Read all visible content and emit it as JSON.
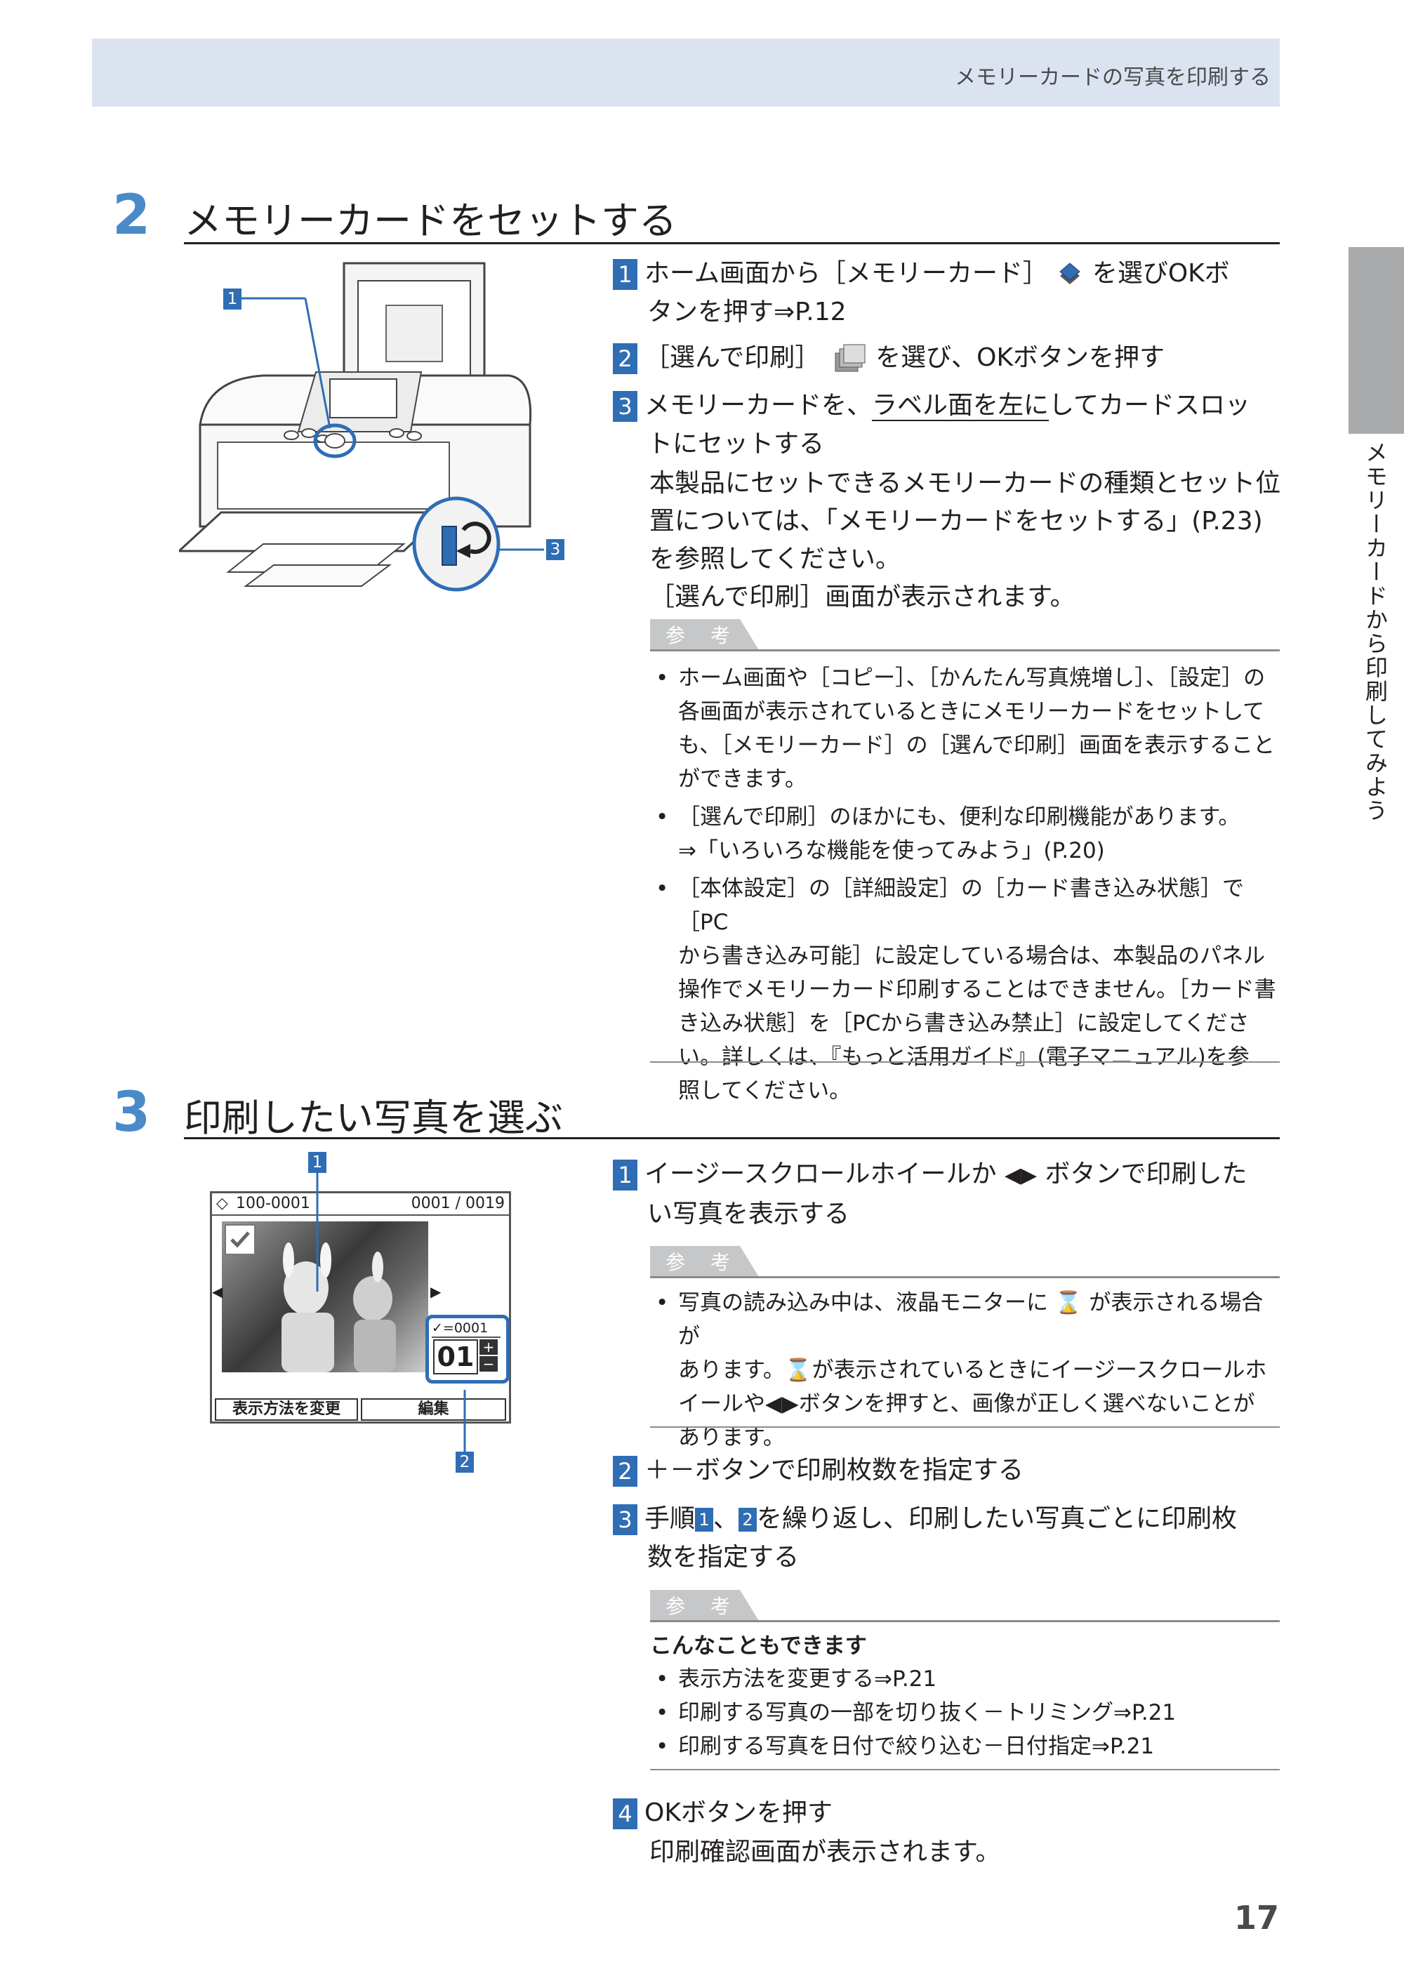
{
  "header": {
    "title": "メモリーカードの写真を印刷する"
  },
  "side_tab": {
    "label": "メモリーカードから印刷してみよう"
  },
  "section2": {
    "number": "2",
    "title": "メモリーカードをセットする",
    "callouts": [
      "1",
      "3"
    ],
    "steps": [
      {
        "num": "1",
        "text_a": "ホーム画面から［メモリーカード］",
        "text_b": "を選びOKボ",
        "text_c": "タンを押す⇒P.12"
      },
      {
        "num": "2",
        "text_a": "［選んで印刷］",
        "text_b": "を選び、OKボタンを押す"
      },
      {
        "num": "3",
        "text_a": "メモリーカードを、",
        "text_u": "ラベル面を左に",
        "text_b": "してカードスロッ",
        "text_c": "トにセットする"
      }
    ],
    "body": [
      "本製品にセットできるメモリーカードの種類とセット位",
      "置については、「メモリーカードをセットする」(P.23)",
      "を参照してください。",
      "［選んで印刷］画面が表示されます。"
    ],
    "note_label": "参　考",
    "notes": [
      [
        "ホーム画面や［コピー］、［かんたん写真焼増し］、［設定］の",
        "各画面が表示されているときにメモリーカードをセットして",
        "も、［メモリーカード］の［選んで印刷］画面を表示すること",
        "ができます。"
      ],
      [
        "［選んで印刷］のほかにも、便利な印刷機能があります。",
        "⇒「いろいろな機能を使ってみよう」(P.20)"
      ],
      [
        "［本体設定］の［詳細設定］の［カード書き込み状態］で［PC",
        "から書き込み可能］に設定している場合は、本製品のパネル",
        "操作でメモリーカード印刷することはできません。［カード書",
        "き込み状態］を［PCから書き込み禁止］に設定してくださ",
        "い。詳しくは、『もっと活用ガイド』(電子マニュアル)を参",
        "照してください。"
      ]
    ]
  },
  "section3": {
    "number": "3",
    "title": "印刷したい写真を選ぶ",
    "callouts": [
      "1",
      "2"
    ],
    "lcd": {
      "folder": "100-0001",
      "counter": "0001 / 0019",
      "count_label": "=0001",
      "copies": "01",
      "plus": "+",
      "minus": "−",
      "btn_left": "表示方法を変更",
      "btn_right": "編集"
    },
    "step1": {
      "num": "1",
      "text_a": "イージースクロールホイールか",
      "text_b": "ボタンで印刷した",
      "text_c": "い写真を表示する"
    },
    "note1_label": "参　考",
    "note1": [
      "写真の読み込み中は、液晶モニターに",
      "が表示される場合が",
      "あります。",
      "が表示されているときにイージースクロールホ",
      "イールや",
      "ボタンを押すと、画像が正しく選べないことが",
      "あります。"
    ],
    "step2": {
      "num": "2",
      "text": "＋－ボタンで印刷枚数を指定する"
    },
    "step3": {
      "num": "3",
      "text_a": "手順",
      "ref1": "1",
      "sep": "、",
      "ref2": "2",
      "text_b": "を繰り返し、印刷したい写真ごとに印刷枚",
      "text_c": "数を指定する"
    },
    "note2_label": "参　考",
    "note2_title": "こんなこともできます",
    "note2": [
      "表示方法を変更する⇒P.21",
      "印刷する写真の一部を切り抜く－トリミング⇒P.21",
      "印刷する写真を日付で絞り込む－日付指定⇒P.21"
    ],
    "step4": {
      "num": "4",
      "text": "OKボタンを押す"
    },
    "step4_body": "印刷確認画面が表示されます。"
  },
  "page_number": "17",
  "colors": {
    "accent": "#2f6db5",
    "section_number": "#4a8ac9",
    "header_bg": "#dbe3f1",
    "side_tab": "#a9aaac"
  }
}
